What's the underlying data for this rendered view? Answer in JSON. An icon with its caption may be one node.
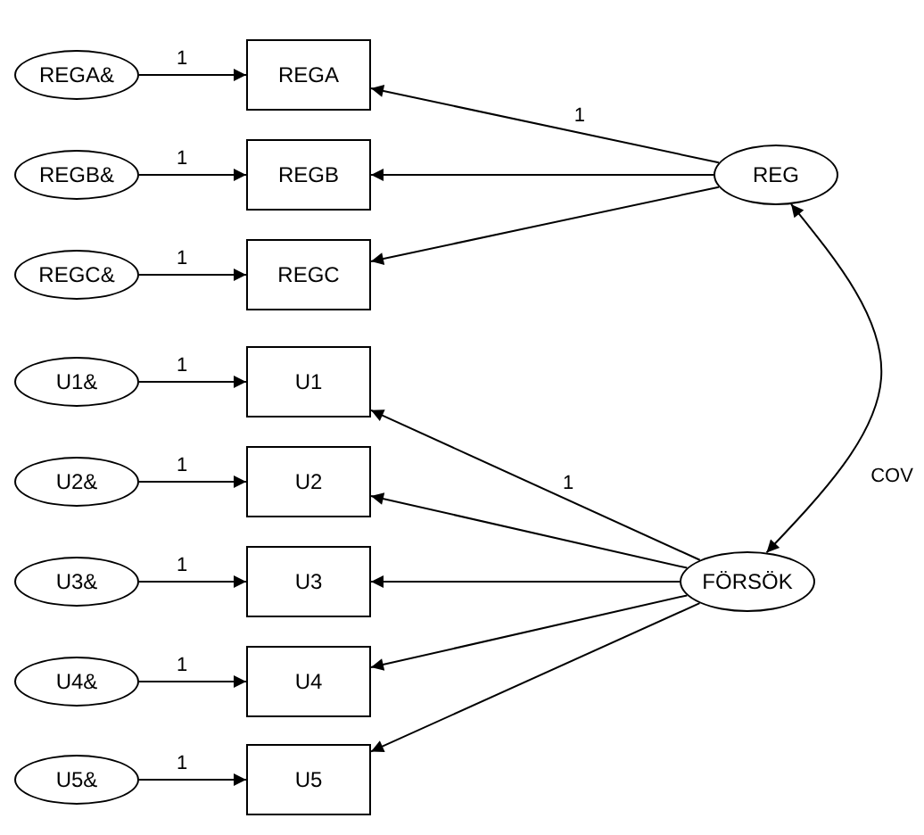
{
  "diagram": {
    "nodes": [
      {
        "text": [
          "REGA&"
        ]
      },
      {
        "text": [
          "REGA"
        ]
      },
      {
        "text": [
          "REGB&"
        ]
      },
      {
        "text": [
          "REGB"
        ]
      },
      {
        "text": [
          "REGC&"
        ]
      },
      {
        "text": [
          "REGC"
        ]
      },
      {
        "text": [
          "U1&"
        ]
      },
      {
        "text": [
          "U1"
        ]
      },
      {
        "text": [
          "U2&"
        ]
      },
      {
        "text": [
          "U2"
        ]
      },
      {
        "text": [
          "U3&"
        ]
      },
      {
        "text": [
          "U3"
        ]
      },
      {
        "text": [
          "U4&"
        ]
      },
      {
        "text": [
          "U4"
        ]
      },
      {
        "text": [
          "U5&"
        ]
      },
      {
        "text": [
          "U5"
        ]
      },
      {
        "text": [
          "REG"
        ]
      },
      {
        "text": [
          "FÖRSÖK"
        ]
      }
    ],
    "edges": [
      {
        "from": 0,
        "to": 1,
        "arrow": "to",
        "label": "1"
      },
      {
        "from": 2,
        "to": 3,
        "arrow": "to",
        "label": "1"
      },
      {
        "from": 4,
        "to": 5,
        "arrow": "to",
        "label": "1"
      },
      {
        "from": 6,
        "to": 7,
        "arrow": "to",
        "label": "1"
      },
      {
        "from": 8,
        "to": 9,
        "arrow": "to",
        "label": "1"
      },
      {
        "from": 10,
        "to": 11,
        "arrow": "to",
        "label": "1"
      },
      {
        "from": 12,
        "to": 13,
        "arrow": "to",
        "label": "1"
      },
      {
        "from": 14,
        "to": 15,
        "arrow": "to",
        "label": "1"
      },
      {
        "from": 16,
        "to": 1,
        "arrow": "to",
        "label": "1"
      },
      {
        "from": 16,
        "to": 3,
        "arrow": "to"
      },
      {
        "from": 16,
        "to": 5,
        "arrow": "to"
      },
      {
        "from": 17,
        "to": 7,
        "arrow": "to",
        "label": "1"
      },
      {
        "from": 17,
        "to": 9,
        "arrow": "to"
      },
      {
        "from": 17,
        "to": 11,
        "arrow": "to"
      },
      {
        "from": 17,
        "to": 13,
        "arrow": "to"
      },
      {
        "from": 17,
        "to": 15,
        "arrow": "to"
      },
      {
        "from": 16,
        "to": 17,
        "arrow": "both",
        "label": "COV"
      }
    ]
  }
}
